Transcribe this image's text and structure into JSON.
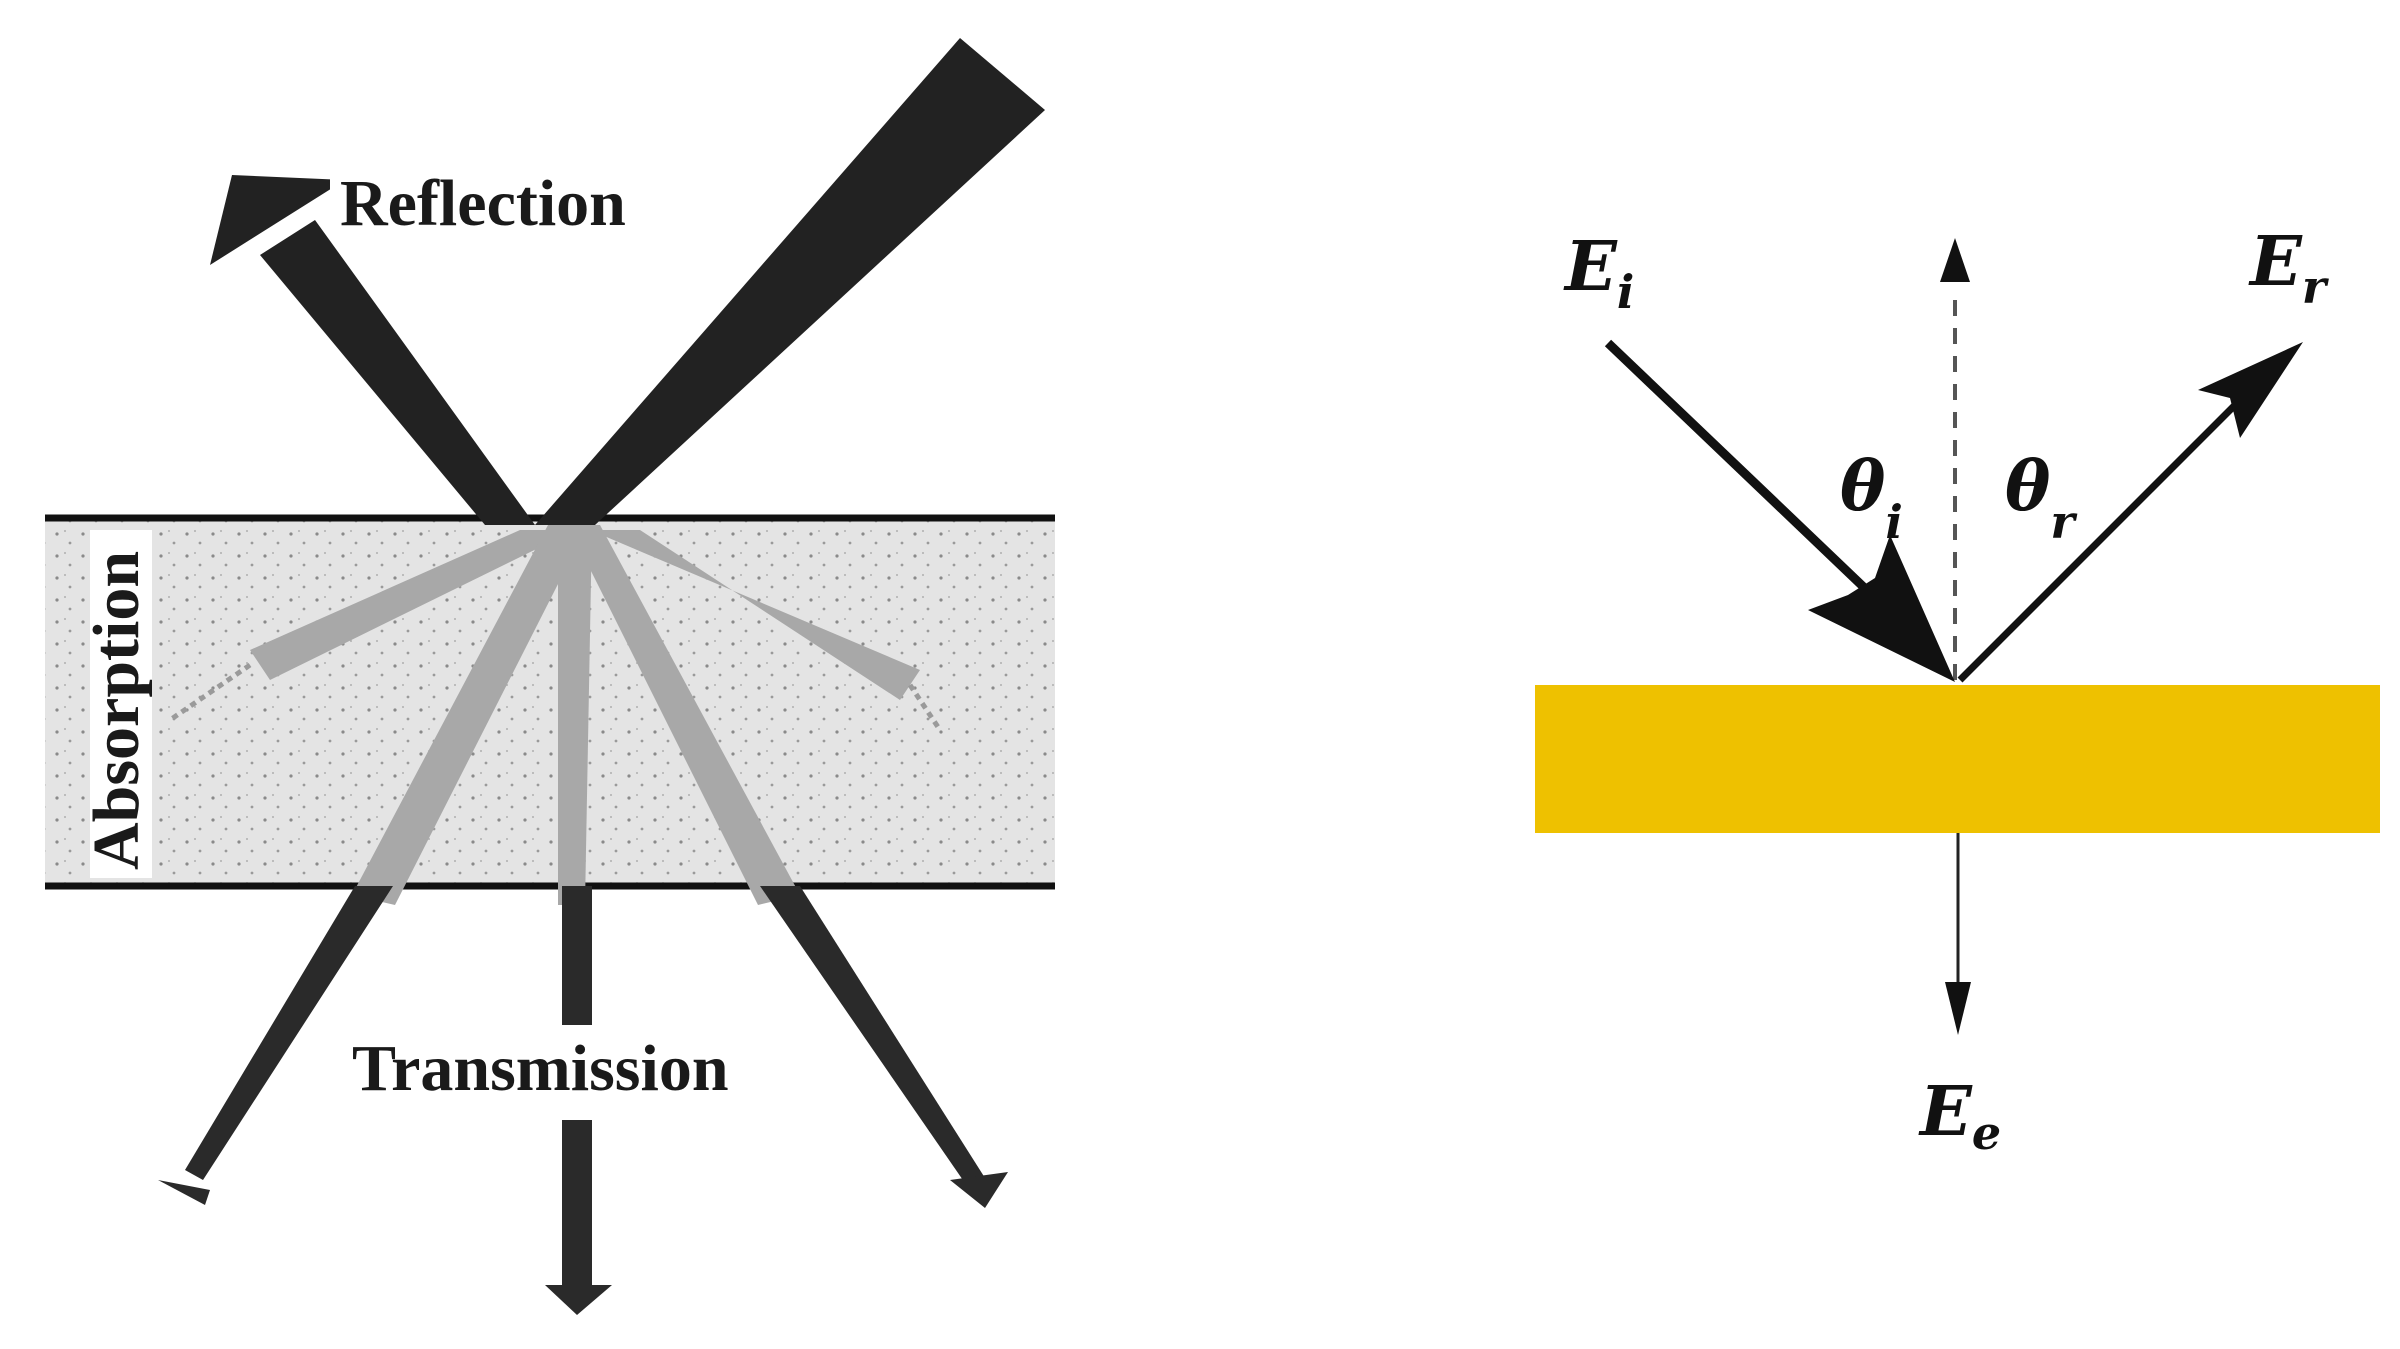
{
  "left_panel": {
    "reflection_label": "Reflection",
    "absorption_label": "Absorption",
    "transmission_label": "Transmission"
  },
  "right_panel": {
    "incident_field": {
      "symbol": "E",
      "subscript": "i"
    },
    "reflected_field": {
      "symbol": "E",
      "subscript": "r"
    },
    "emitted_field": {
      "symbol": "E",
      "subscript": "e"
    },
    "incident_angle": {
      "symbol": "θ",
      "subscript": "i"
    },
    "reflected_angle": {
      "symbol": "θ",
      "subscript": "r"
    }
  },
  "colors": {
    "beam": "#222222",
    "medium_fill": "#e4e4e4",
    "inner_rays": "#a8a8a8",
    "surface": "#eec100",
    "normal_line": "#555555"
  }
}
